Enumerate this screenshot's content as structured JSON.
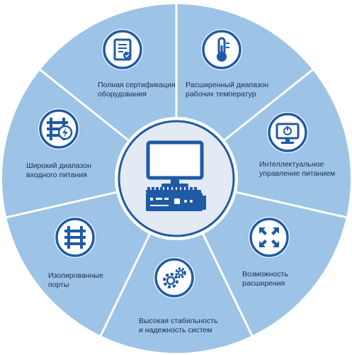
{
  "colors": {
    "segment": "#9dc3e6",
    "separator": "#ffffff",
    "center_fill": "#e4eaf3",
    "center_ring": "#1f5aa6",
    "icon_ring": "#1f5aa6",
    "icon_fill": "#ffffff",
    "device": "#1f5aa6",
    "text": "#14304f"
  },
  "segments": [
    {
      "id": "certification",
      "line1": "Полная сертификация",
      "line2": "оборудования",
      "icon": "certificate-icon"
    },
    {
      "id": "temperature",
      "line1": "Расширенный диапазон",
      "line2": "рабочих температур",
      "icon": "thermometer-icon"
    },
    {
      "id": "power",
      "line1": "Интеллектуальное",
      "line2": "управление питанием",
      "icon": "monitor-power-icon"
    },
    {
      "id": "expansion",
      "line1": "Возможность",
      "line2": "расширения",
      "icon": "expand-arrows-icon"
    },
    {
      "id": "stability",
      "line1": "Высокая стабильность",
      "line2": "и надежность систем",
      "icon": "gears-icon"
    },
    {
      "id": "ports",
      "line1": "Изолированные",
      "line2": "порты",
      "icon": "railway-ports-icon"
    },
    {
      "id": "input_power",
      "line1": "Широкий диапазон",
      "line2": "входного питания",
      "icon": "rail-power-icon"
    }
  ],
  "center": {
    "icon": "industrial-pc-icon"
  }
}
